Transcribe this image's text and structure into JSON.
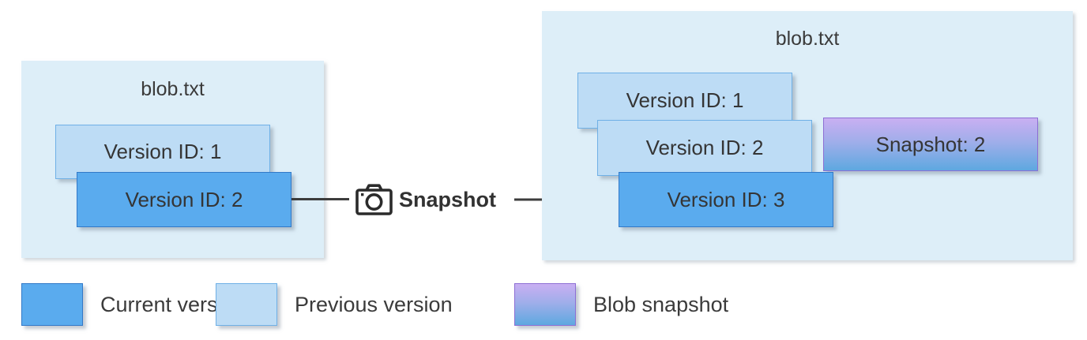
{
  "diagram": {
    "left_blob": {
      "title": "blob.txt",
      "versions": [
        "Version ID: 1",
        "Version ID: 2"
      ]
    },
    "action": {
      "label": "Snapshot",
      "icon": "camera-icon"
    },
    "right_blob": {
      "title": "blob.txt",
      "versions": [
        "Version ID: 1",
        "Version ID: 2",
        "Version ID: 3"
      ],
      "snapshot_label": "Snapshot: 2"
    },
    "legend": {
      "items": [
        {
          "label": "Current version",
          "swatch": "current-version"
        },
        {
          "label": "Previous version",
          "swatch": "previous-version"
        },
        {
          "label": "Blob snapshot",
          "swatch": "blob-snapshot"
        }
      ]
    },
    "colors": {
      "container_background": "#ddeef8",
      "current_version_fill": "#5aabee",
      "current_version_border": "#3279c8",
      "previous_version_fill": "#bddcf5",
      "previous_version_border": "#6fb0e6",
      "snapshot_gradient_top": "#c9aff2",
      "snapshot_gradient_bottom": "#5ea8e0",
      "snapshot_border": "#8d6fd4",
      "text": "#3b3b3b",
      "arrow": "#3c3c3c"
    }
  }
}
